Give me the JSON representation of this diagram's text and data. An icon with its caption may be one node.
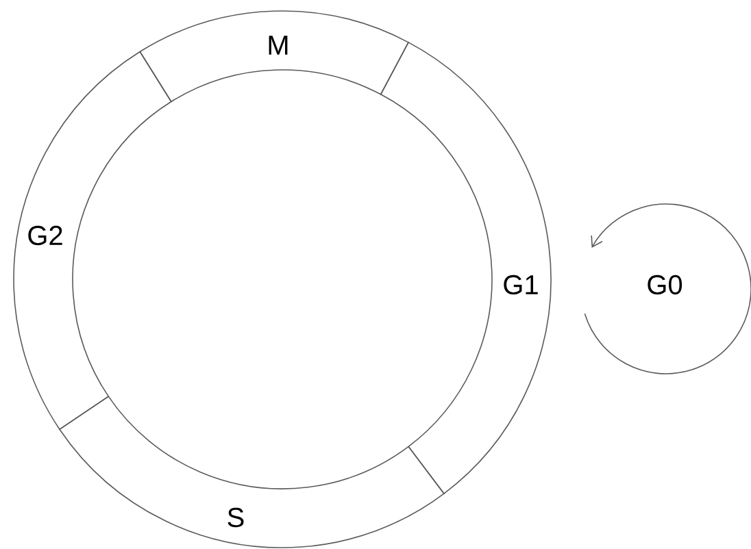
{
  "diagram": {
    "nodes": [
      {
        "text": [
          "M"
        ]
      },
      {
        "text": [
          "G2"
        ]
      },
      {
        "text": [
          "G1"
        ]
      },
      {
        "text": [
          "G0"
        ]
      },
      {
        "text": [
          "S"
        ]
      }
    ]
  }
}
